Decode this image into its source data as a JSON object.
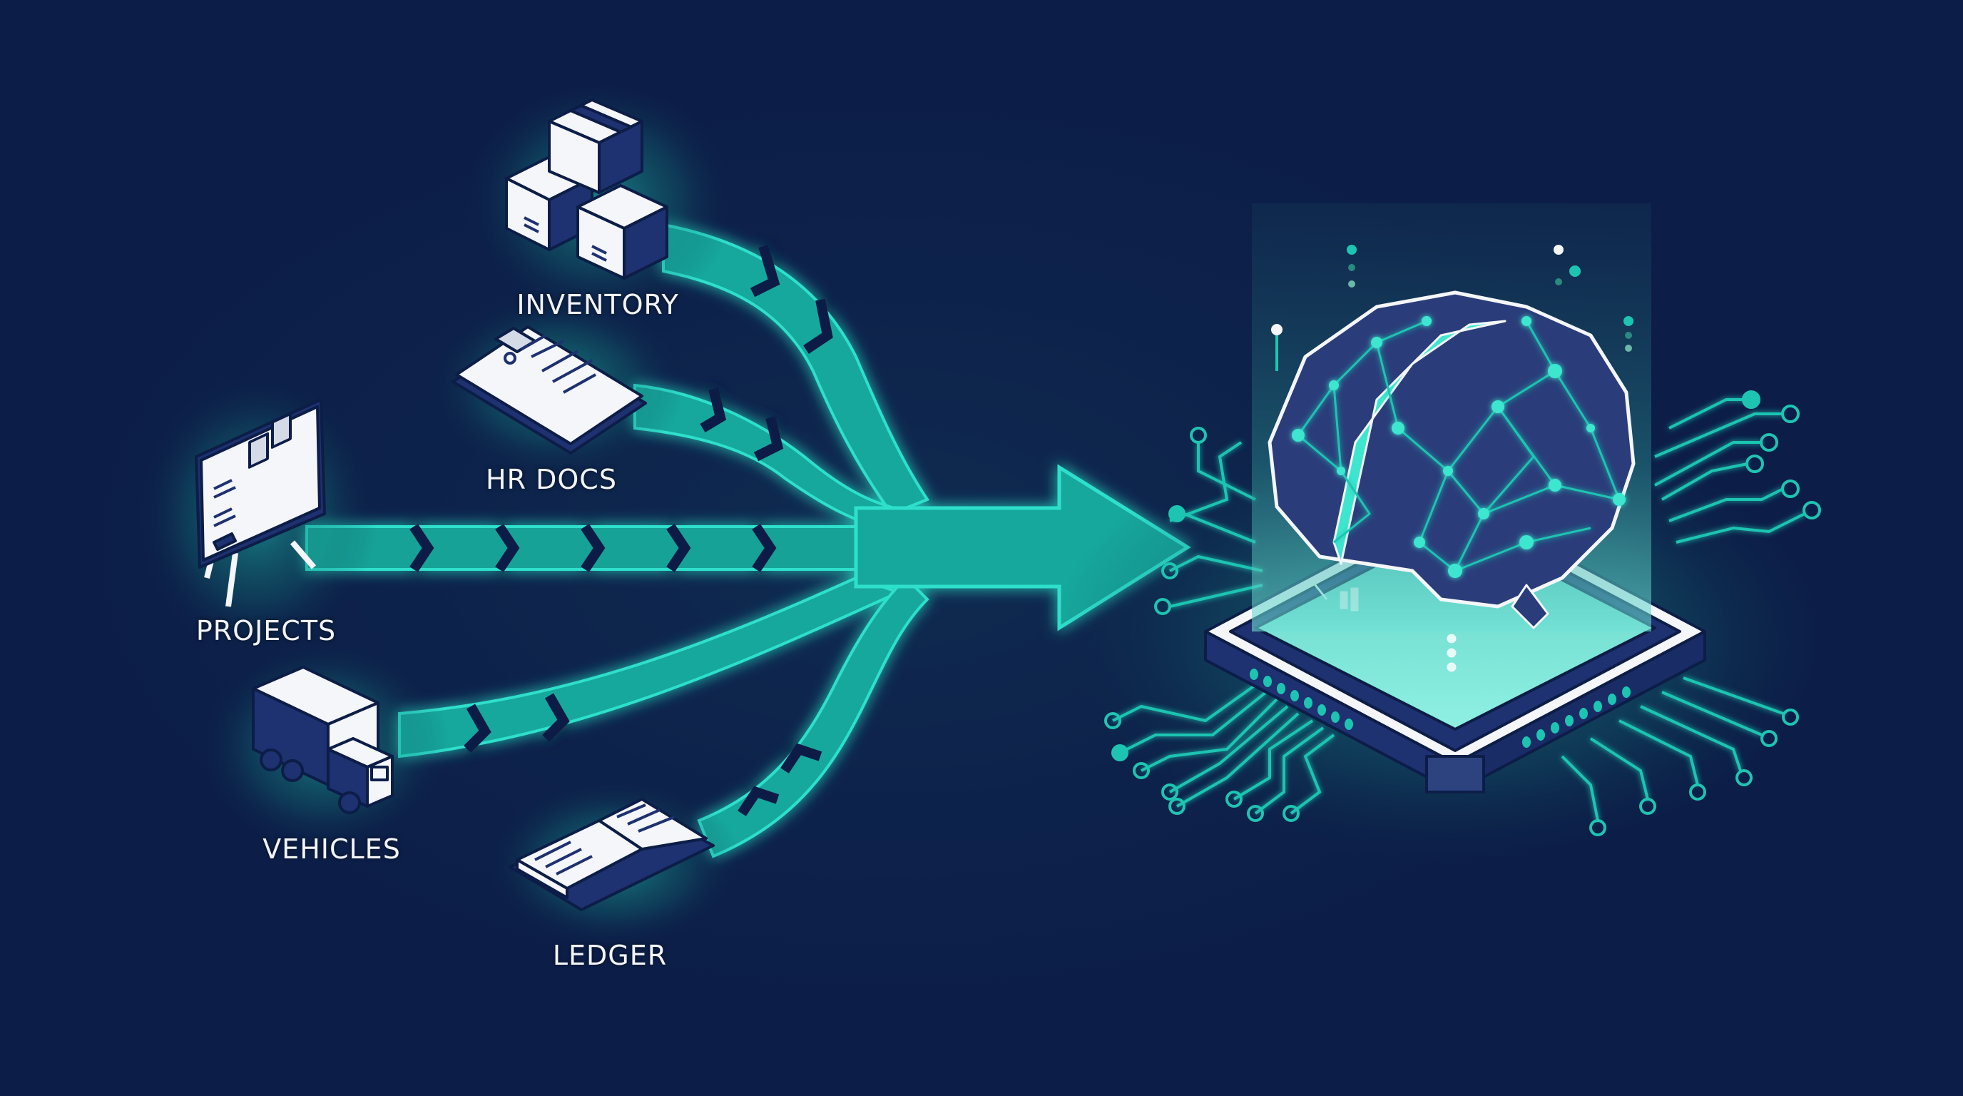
{
  "colors": {
    "background": "#0c1d47",
    "teal": "#17b5a8",
    "teal_bright": "#2ee0cc",
    "teal_glow": "#1a8f8a",
    "navy_icon": "#1e3170",
    "white": "#f4f6fa",
    "chip_screen": "#7de8da"
  },
  "sources": [
    {
      "id": "inventory",
      "label": "INVENTORY",
      "icon": "stacked-boxes-icon"
    },
    {
      "id": "hr_docs",
      "label": "HR DOCS",
      "icon": "clipboard-document-icon"
    },
    {
      "id": "projects",
      "label": "PROJECTS",
      "icon": "whiteboard-easel-icon"
    },
    {
      "id": "vehicles",
      "label": "VEHICLES",
      "icon": "delivery-truck-icon"
    },
    {
      "id": "ledger",
      "label": "LEDGER",
      "icon": "open-book-icon"
    }
  ],
  "flow": {
    "arrow": "merged-arrow-right",
    "target": "ai-brain-chip"
  },
  "target": {
    "icon": "polygonal-brain-on-circuit-chip-icon"
  }
}
